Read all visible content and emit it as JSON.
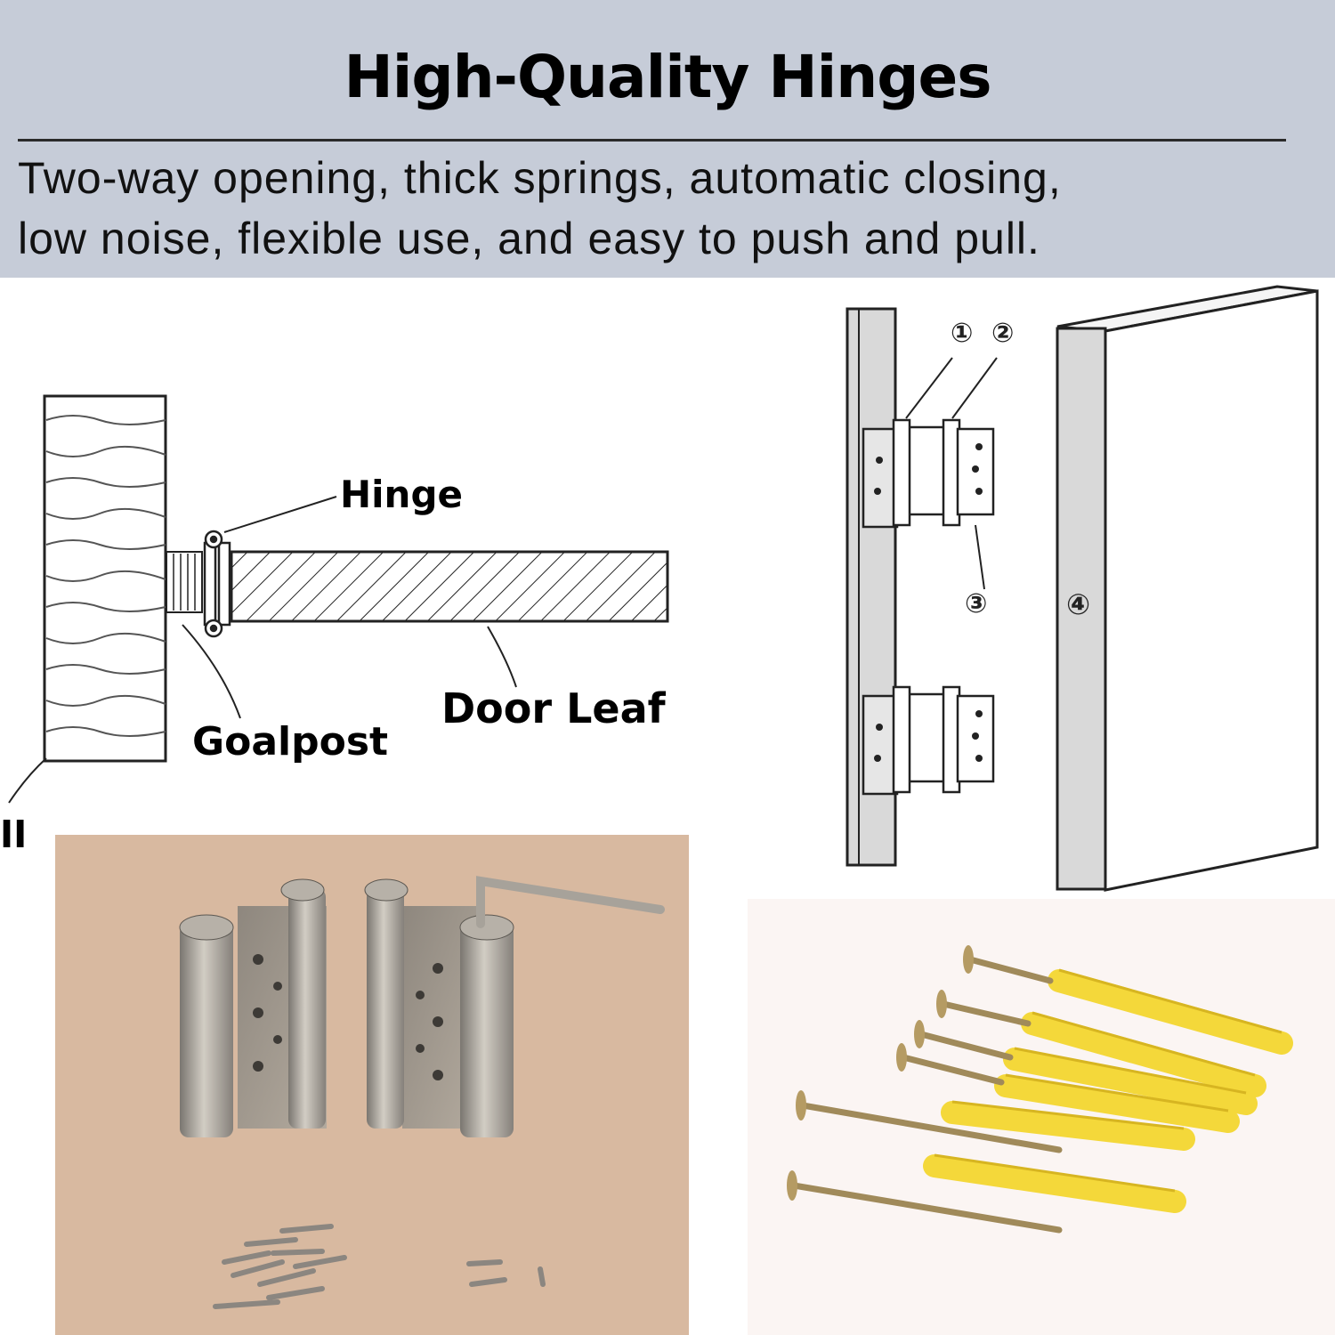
{
  "header": {
    "title": "High-Quality Hinges",
    "description_line1": "Two-way opening, thick springs, automatic closing,",
    "description_line2": "low noise, flexible use, and easy to push and pull."
  },
  "diagram_left": {
    "labels": {
      "hinge": "Hinge",
      "door_leaf": "Door Leaf",
      "goalpost": "Goalpost",
      "wall_fragment": "ll"
    }
  },
  "diagram_right": {
    "markers": [
      "①",
      "②",
      "③",
      "④"
    ]
  },
  "colors": {
    "header_bg": "#c6ccd8",
    "photo_bg": "#d8b9a0",
    "anchor_yellow": "#f4d83a"
  }
}
